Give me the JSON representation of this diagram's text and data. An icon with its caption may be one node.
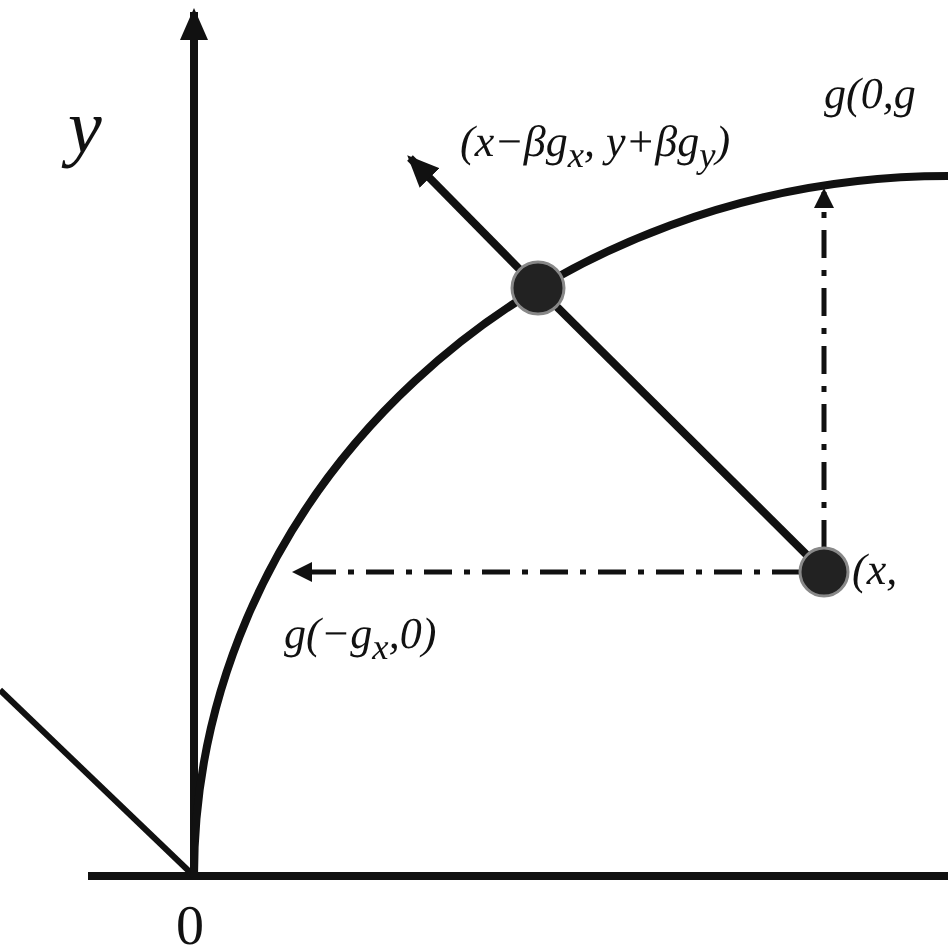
{
  "diagram": {
    "nodes": [
      {
        "text": [
          "(x,"
        ]
      },
      {
        "text": [
          "(x−βg$_{x}$, y+βg$_{y}$)"
        ]
      }
    ],
    "edges": [
      {
        "from": 0,
        "to": 1,
        "arrow": "none"
      },
      {
        "from": 1,
        "to": null,
        "arrow": "to"
      },
      {
        "from": 0,
        "to": null,
        "arrow": "to",
        "style": "dashed"
      },
      {
        "from": 0,
        "to": null,
        "arrow": "to",
        "style": "dashed"
      }
    ],
    "labels": [
      "y",
      "g(0,g",
      "g(−g$_{x}$,0)",
      "0"
    ]
  }
}
